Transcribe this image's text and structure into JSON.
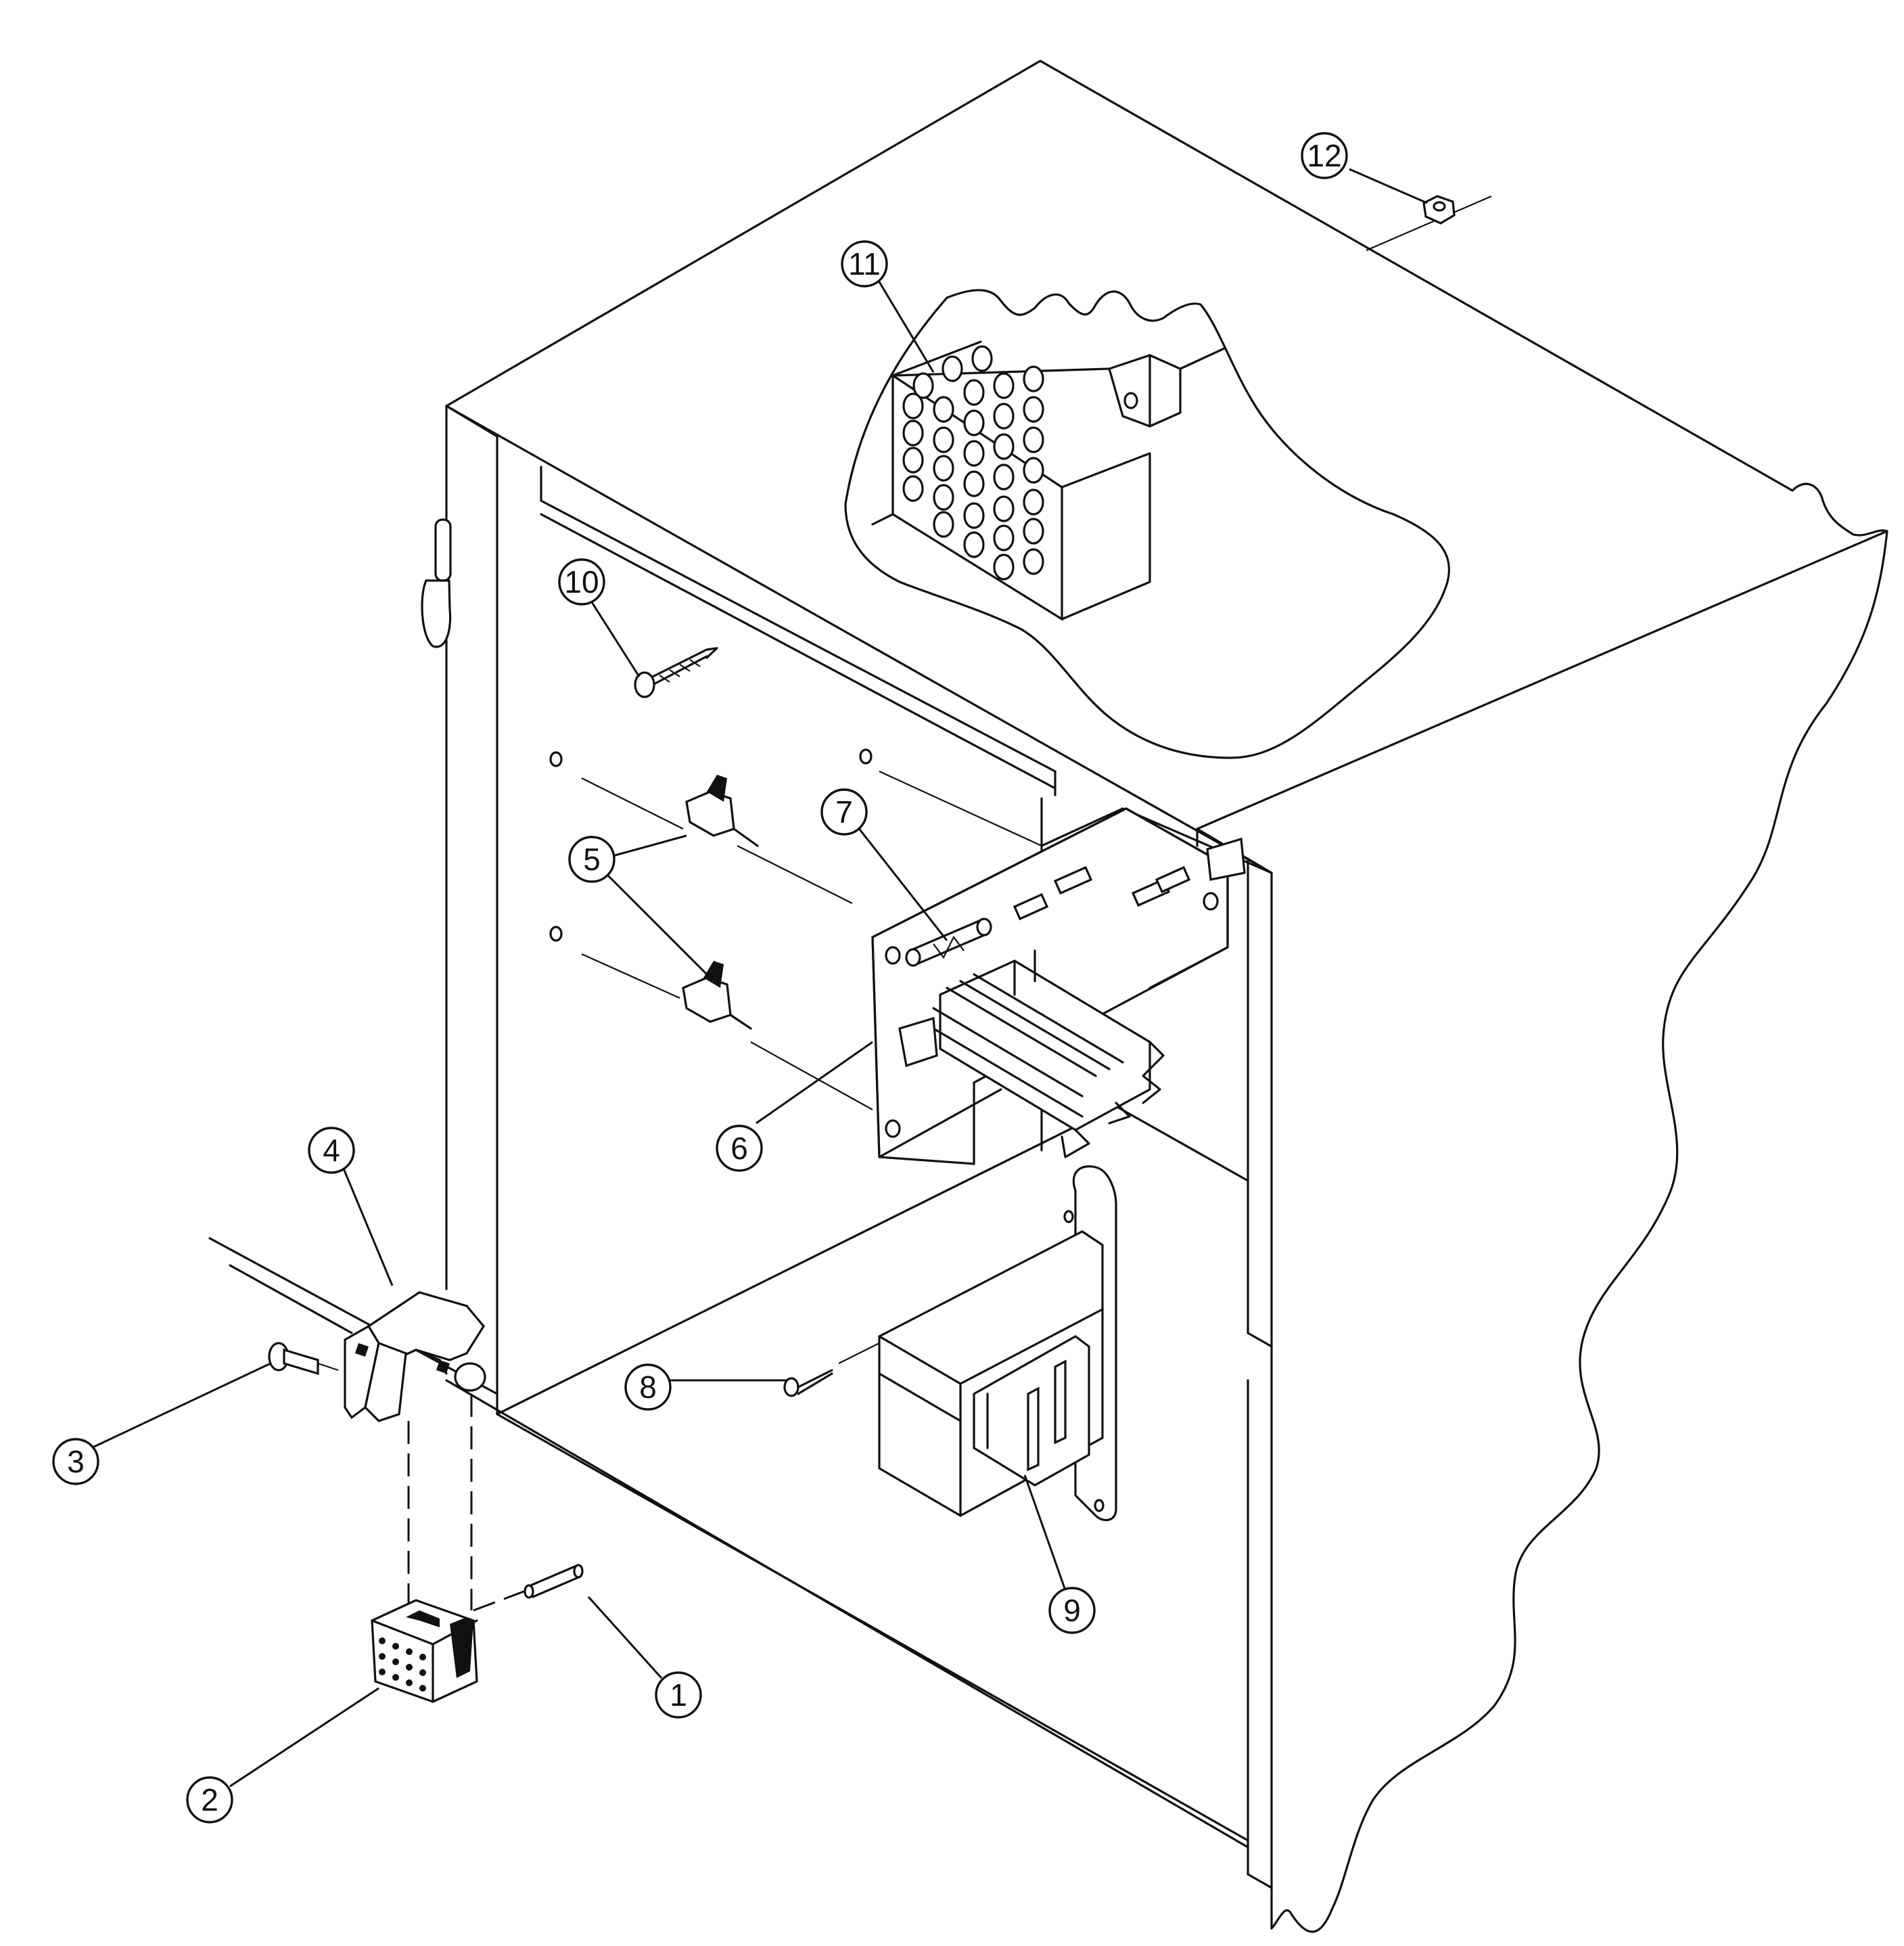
{
  "diagram": {
    "type": "exploded-parts-view",
    "callouts": [
      {
        "id": "1",
        "label": "1"
      },
      {
        "id": "2",
        "label": "2"
      },
      {
        "id": "3",
        "label": "3"
      },
      {
        "id": "4",
        "label": "4"
      },
      {
        "id": "5",
        "label": "5"
      },
      {
        "id": "6",
        "label": "6"
      },
      {
        "id": "7",
        "label": "7"
      },
      {
        "id": "8",
        "label": "8"
      },
      {
        "id": "9",
        "label": "9"
      },
      {
        "id": "10",
        "label": "10"
      },
      {
        "id": "11",
        "label": "11"
      },
      {
        "id": "12",
        "label": "12"
      }
    ]
  }
}
